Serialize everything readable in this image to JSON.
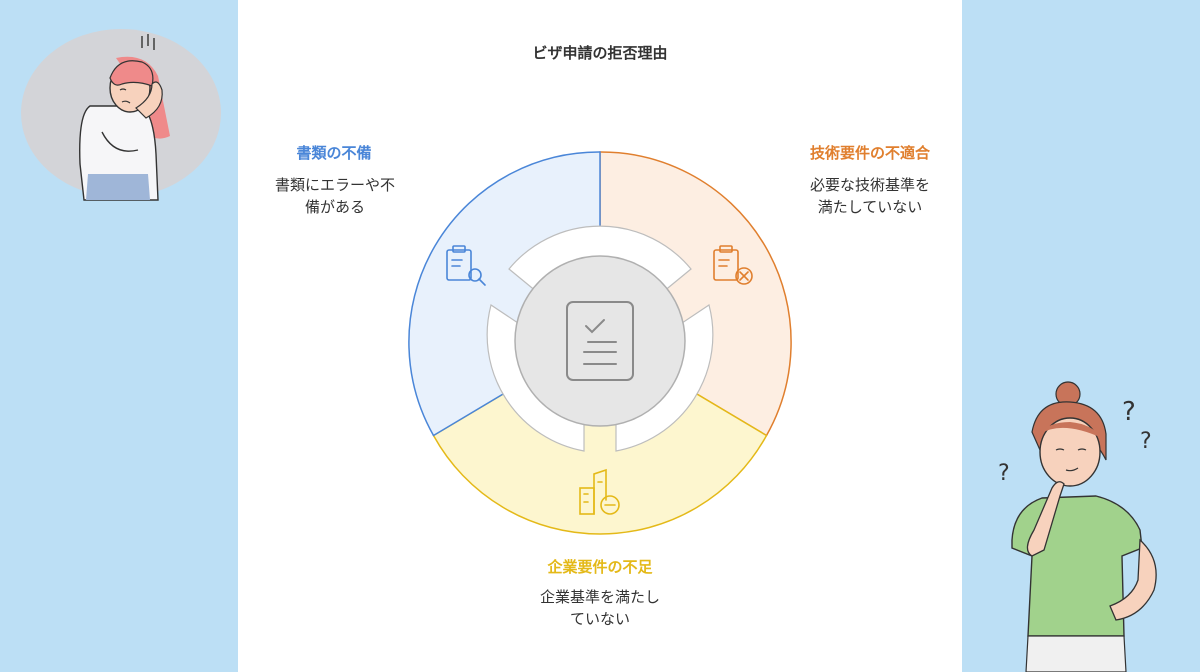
{
  "title": "ビザ申請の拒否理由",
  "segments": {
    "documents": {
      "title": "書類の不備",
      "desc_lines": [
        "書類にエラーや不",
        "備がある"
      ],
      "color": "#4a86d8",
      "fill": "#e8f1fc",
      "icon": "clipboard-search-icon"
    },
    "technical": {
      "title": "技術要件の不適合",
      "desc_lines": [
        "必要な技術基準を",
        "満たしていない"
      ],
      "color": "#e07f2e",
      "fill": "#fdeee2",
      "icon": "clipboard-x-icon"
    },
    "corporate": {
      "title": "企業要件の不足",
      "desc_lines": [
        "企業基準を満たし",
        "ていない"
      ],
      "color": "#e4b918",
      "fill": "#fdf6cf",
      "icon": "building-minus-icon"
    }
  },
  "center_icon": "checklist-icon",
  "illustrations": [
    "worried-woman",
    "thinking-woman"
  ]
}
